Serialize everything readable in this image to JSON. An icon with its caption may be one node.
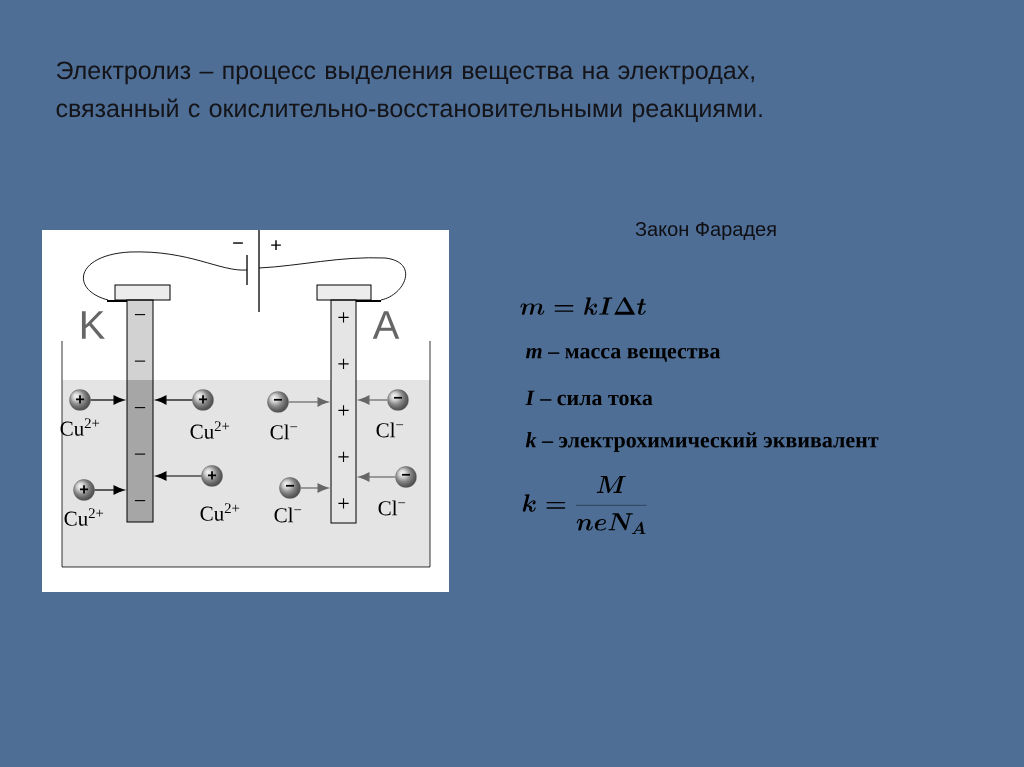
{
  "diagram": {
    "title": "Электролиз – процесс выделения вещества на электродах, связанный с окислительно-восстановительными реакциями.",
    "nodes": [
      {
        "text": [
          "−",
          "−",
          "−",
          "−",
          "−"
        ],
        "beside": [
          "K"
        ]
      },
      {
        "text": [
          "+",
          "+",
          "+",
          "+",
          "+"
        ],
        "beside": [
          "A"
        ]
      },
      {
        "text": [
          "+"
        ],
        "beside": [
          "Cu$^{2+}$"
        ]
      },
      {
        "text": [
          "+"
        ],
        "beside": [
          "Cu$^{2+}$"
        ]
      },
      {
        "text": [
          "+"
        ],
        "beside": [
          "Cu$^{2+}$"
        ]
      },
      {
        "text": [
          "+"
        ],
        "beside": [
          "Cu$^{2+}$"
        ]
      },
      {
        "text": [
          "−"
        ],
        "beside": [
          "Cl$^{−}$"
        ]
      },
      {
        "text": [
          "−"
        ],
        "beside": [
          "Cl$^{−}$"
        ]
      },
      {
        "text": [
          "−"
        ],
        "beside": [
          "Cl$^{−}$"
        ]
      },
      {
        "text": [
          "−"
        ],
        "beside": [
          "Cl$^{−}$"
        ]
      }
    ],
    "edges": [
      {
        "from": 2,
        "to": 0,
        "arrow": "to"
      },
      {
        "from": 3,
        "to": 0,
        "arrow": "to"
      },
      {
        "from": 4,
        "to": 0,
        "arrow": "to"
      },
      {
        "from": 5,
        "to": 0,
        "arrow": "to"
      },
      {
        "from": 6,
        "to": 1,
        "arrow": "to",
        "color": "#666666"
      },
      {
        "from": 7,
        "to": 1,
        "arrow": "to",
        "color": "#666666"
      },
      {
        "from": 8,
        "to": 1,
        "arrow": "to",
        "color": "#666666"
      },
      {
        "from": 9,
        "to": 1,
        "arrow": "to",
        "color": "#666666"
      }
    ],
    "labels": [
      "−",
      "+",
      "Закон Фарадея",
      "m = kI\\Delta t",
      "*m* – масса вещества",
      "*I* – сила тока",
      "*k* – электрохимический эквивалент",
      "k = \\frac{M}{neN_A}"
    ]
  }
}
